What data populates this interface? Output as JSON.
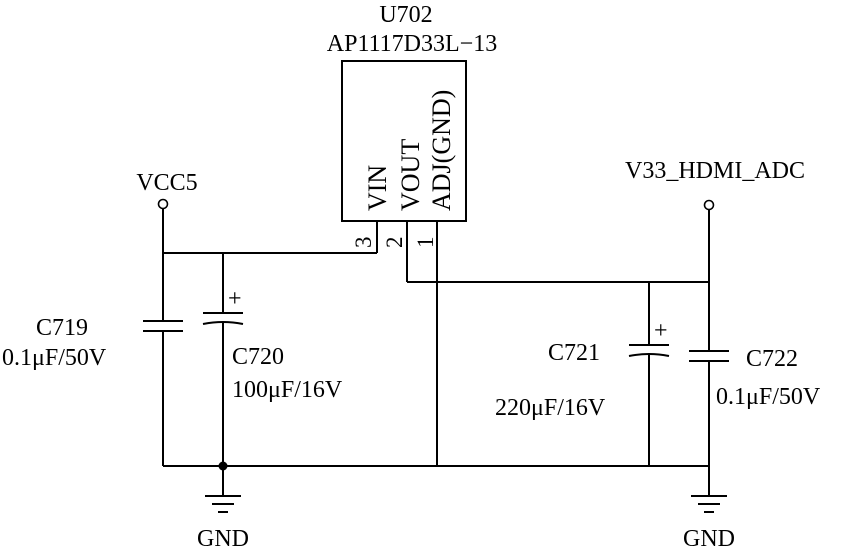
{
  "ic": {
    "ref": "U702",
    "part": "AP1117D33L−13",
    "pins": [
      {
        "num": "3",
        "name": "VIN"
      },
      {
        "num": "2",
        "name": "VOUT"
      },
      {
        "num": "1",
        "name": "ADJ(GND)"
      }
    ]
  },
  "nets": {
    "input": "VCC5",
    "output": "V33_HDMI_ADC",
    "ground_left": "GND",
    "ground_right": "GND"
  },
  "capacitors": [
    {
      "ref": "C719",
      "value": "0.1μF/50V",
      "polarized": false
    },
    {
      "ref": "C720",
      "value": "100μF/16V",
      "polarized": true
    },
    {
      "ref": "C721",
      "value": "220μF/16V",
      "polarized": true
    },
    {
      "ref": "C722",
      "value": "0.1μF/50V",
      "polarized": false
    }
  ],
  "symbols": {
    "plus": "+"
  }
}
